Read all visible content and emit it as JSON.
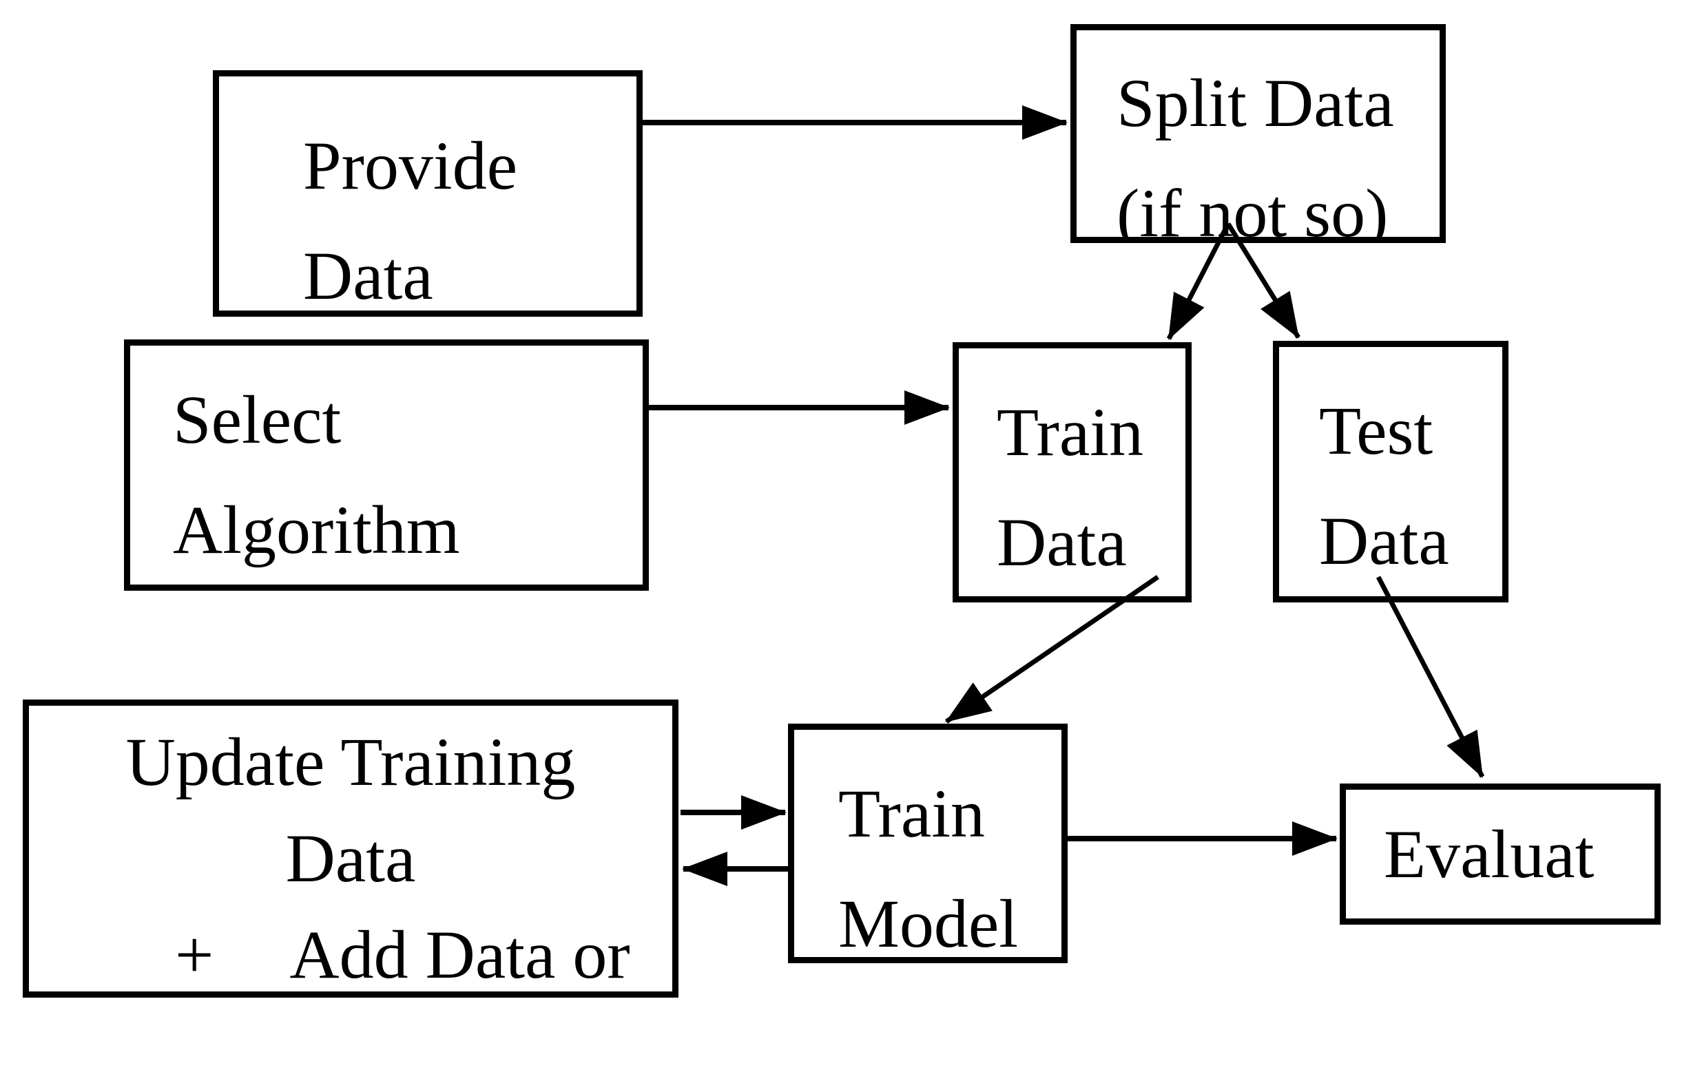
{
  "diagram": {
    "type": "flowchart",
    "description": "Machine learning training workflow diagram",
    "colors": {
      "ink": "#000000",
      "background": "#ffffff"
    },
    "nodes": {
      "provide_data": {
        "line1": "Provide",
        "line2": "Data"
      },
      "split_data": {
        "line1": "Split Data",
        "line2": "(if not so)"
      },
      "select_algorithm": {
        "line1": "Select",
        "line2": "Algorithm"
      },
      "train_data": {
        "line1": "Train",
        "line2": "Data"
      },
      "test_data": {
        "line1": "Test",
        "line2": "Data"
      },
      "update_training_data": {
        "line1": "Update Training",
        "line2": "Data",
        "bullet": "+",
        "bullet_text": "Add Data or"
      },
      "train_model": {
        "line1": "Train",
        "line2": "Model"
      },
      "evaluate": {
        "line1": "Evaluat"
      }
    },
    "edges": [
      {
        "from": "provide_data",
        "to": "split_data"
      },
      {
        "from": "split_data",
        "to": "train_data"
      },
      {
        "from": "split_data",
        "to": "test_data"
      },
      {
        "from": "select_algorithm",
        "to": "train_data"
      },
      {
        "from": "train_data",
        "to": "train_model"
      },
      {
        "from": "test_data",
        "to": "evaluate"
      },
      {
        "from": "update_training_data",
        "to": "train_model"
      },
      {
        "from": "train_model",
        "to": "update_training_data"
      },
      {
        "from": "train_model",
        "to": "evaluate"
      }
    ]
  }
}
